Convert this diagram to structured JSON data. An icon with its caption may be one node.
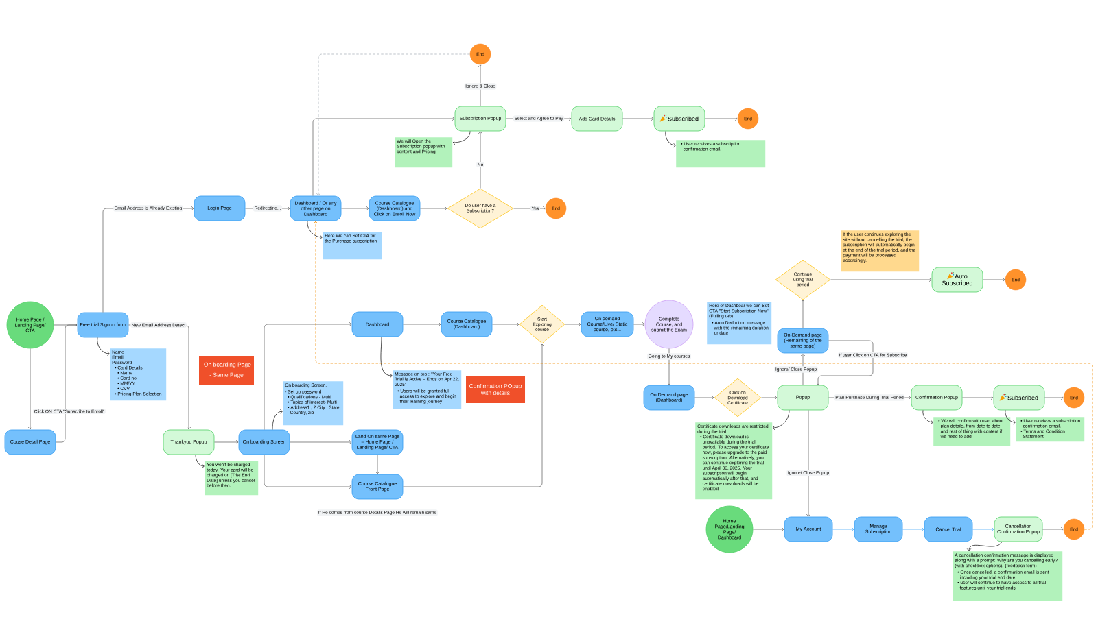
{
  "diagram": {
    "nodes": [
      {
        "text": [
          "Home Page / Landing Page/ CTA"
        ]
      },
      {
        "text": [
          "Free trial Signup form"
        ]
      },
      {
        "text": [
          "Name",
          "Email",
          "Password",
          "• Card Details",
          "• Name",
          "• Card no",
          "• MM/YY",
          "• CVV",
          "• Pricing Plan Selection"
        ]
      },
      {
        "text": [
          "Couse Detail Page"
        ]
      },
      {
        "text": [
          "Login Page"
        ]
      },
      {
        "text": [
          "Dashboard / Or any other page on Dashboard"
        ]
      },
      {
        "text": [
          "Here We can Set CTA for the Purchase subscription"
        ]
      },
      {
        "text": [
          "Course Catalogue (Dashboard) and Click on Enroll Now"
        ]
      },
      {
        "text": [
          "Do user have a Subscription?"
        ]
      },
      {
        "text": [
          "End"
        ]
      },
      {
        "text": [
          "Subscription Popup"
        ]
      },
      {
        "text": [
          "We will Open the Subscription popup with content and Pricing"
        ]
      },
      {
        "text": [
          "End"
        ]
      },
      {
        "text": [
          "Add Card Details"
        ]
      },
      {
        "text": [
          "Subscribed"
        ]
      },
      {
        "text": [
          "End"
        ]
      },
      {
        "text": [
          "• User receives a subscription confirmation email."
        ]
      },
      {
        "text": [
          "Thankyou Popup"
        ]
      },
      {
        "text": [
          "You won’t be charged today. Your card will be charged on [Trial End Date] unless you cancel before then."
        ]
      },
      {
        "text": [
          "On boarding Screen"
        ]
      },
      {
        "text": [
          "On boarding Screen,",
          "- Set up password",
          "• Qualifications - Multi",
          "• Topics of interest- Multi",
          "• Address1 , 2 City , State Country, zip"
        ]
      },
      {
        "text": [
          "-On boarding Page",
          "- Same Page"
        ]
      },
      {
        "text": [
          "Land On same Page – Home Page / Landing Page/ CTA"
        ]
      },
      {
        "text": [
          "Course Catalogue Front Page"
        ]
      },
      {
        "text": [
          "Dashboard"
        ]
      },
      {
        "text": [
          "Message on top : \"Your Free Trial is Active – Ends on Apr 22, 2025\"",
          "• Users will be granted full access to explore and begin their learning journey"
        ]
      },
      {
        "text": [
          "Course Catalogue (Dashboard)"
        ]
      },
      {
        "text": [
          "Confirmation POpup with details"
        ]
      },
      {
        "text": [
          "Start Exploring course"
        ]
      },
      {
        "text": [
          "On demand Course/Live/ Static course, etc..."
        ]
      },
      {
        "text": [
          "Complete Course, and submit the Exam"
        ]
      },
      {
        "text": [
          "On Demand page (Dashboard)"
        ]
      },
      {
        "text": [
          "Click on Download Certificate"
        ]
      },
      {
        "text": [
          "Popup"
        ]
      },
      {
        "text": [
          "Certificate downloads are restricted during the trial",
          "• Certificate download is unavailable during the trial period. To access your certificate now, please upgrade to the paid subscription. Alternatively, you can continue exploring the trial until April 30, 2025. Your subscription will begin automatically after that, and certificate downloads will be enabled"
        ]
      },
      {
        "text": [
          "On-Demand page (Remaining of the same page)"
        ]
      },
      {
        "text": [
          "Here or Dashboar we can Set CTA \"Start Subscription Now\" (Fulling tab)",
          "• Auto Deduction message with the remaining duration or date"
        ]
      },
      {
        "text": [
          "Continue using trial period"
        ]
      },
      {
        "text": [
          "If the user continues exploring the site without cancelling the trial, the subscription will automatically begin at the end of the trial period, and the payment will be processed accordingly."
        ]
      },
      {
        "text": [
          "Auto Subscribed"
        ]
      },
      {
        "text": [
          "End"
        ]
      },
      {
        "text": [
          "Confirmation Popup"
        ]
      },
      {
        "text": [
          "• We will confirm with user about plan details, from date to date and rest of thing with content if we need to add"
        ]
      },
      {
        "text": [
          "Subscribed"
        ]
      },
      {
        "text": [
          "• User receives a subscription confirmation email.",
          "• Terms and Condition Statement"
        ]
      },
      {
        "text": [
          "End"
        ]
      },
      {
        "text": [
          "Home Page/Landing Page/ Dashboard"
        ]
      },
      {
        "text": [
          "My Account"
        ]
      },
      {
        "text": [
          "Manage Subscription"
        ]
      },
      {
        "text": [
          "Cancel Trial"
        ]
      },
      {
        "text": [
          "Cancellation Confirmation Popup"
        ]
      },
      {
        "text": [
          "End"
        ]
      },
      {
        "text": [
          "A cancellation confirmation message is displayed along with a prompt: Why are you cancelling early? (with checkbox options). (feedback form)",
          "• Once cancelled, a confirmation email is sent including your trial end date.",
          "• user will continue to have access to all trial features until your trial ends."
        ]
      }
    ],
    "edges": [
      {
        "from": 0,
        "to": 1,
        "arrow": "to"
      },
      {
        "from": 0,
        "to": 3,
        "arrow": "to"
      },
      {
        "from": 3,
        "to": 1,
        "arrow": "to",
        "label": "Click ON CTA \"Subscribe to Enroll\""
      },
      {
        "from": 1,
        "to": 4,
        "arrow": "to",
        "label": "Email Address is Already Existing"
      },
      {
        "from": 1,
        "to": 17,
        "arrow": "to",
        "label": "New Email Address Detect"
      },
      {
        "from": 1,
        "to": 2,
        "arrow": "to",
        "color": "#1e1e1e"
      },
      {
        "from": 4,
        "to": 5,
        "arrow": "to",
        "label": "Redirecting..."
      },
      {
        "from": 5,
        "to": 7,
        "arrow": "to"
      },
      {
        "from": 5,
        "to": 6,
        "arrow": "to",
        "color": "#1e1e1e"
      },
      {
        "from": 5,
        "to": 10,
        "arrow": "to"
      },
      {
        "from": 7,
        "to": 8,
        "arrow": "to"
      },
      {
        "from": 8,
        "to": 9,
        "arrow": "to",
        "label": "Yes"
      },
      {
        "from": 8,
        "to": 10,
        "arrow": "to",
        "label": "No"
      },
      {
        "from": 10,
        "to": 12,
        "arrow": "to",
        "label": "Ignore & Close"
      },
      {
        "from": 10,
        "to": 13,
        "arrow": "to",
        "label": "Select and Agree to Pay"
      },
      {
        "from": 10,
        "to": 11,
        "arrow": "to",
        "color": "#1e1e1e"
      },
      {
        "from": 13,
        "to": 14,
        "arrow": "to"
      },
      {
        "from": 14,
        "to": 15,
        "arrow": "to"
      },
      {
        "from": 14,
        "to": 16,
        "arrow": "to",
        "color": "#1e1e1e"
      },
      {
        "from": 12,
        "to": 5,
        "arrow": "to",
        "style": "dashed",
        "color": "#adb5bd"
      },
      {
        "from": 17,
        "to": 19,
        "arrow": "to"
      },
      {
        "from": 17,
        "to": 18,
        "arrow": "to",
        "color": "#1e1e1e"
      },
      {
        "from": 19,
        "to": 20,
        "arrow": "to",
        "color": "#1e1e1e"
      },
      {
        "from": 19,
        "to": 22,
        "arrow": "to"
      },
      {
        "from": 19,
        "to": 24,
        "arrow": "to"
      },
      {
        "from": 19,
        "to": 23,
        "arrow": "to"
      },
      {
        "from": 22,
        "to": 23,
        "arrow": "to"
      },
      {
        "from": 23,
        "to": 28,
        "arrow": "to"
      },
      {
        "from": 24,
        "to": 26,
        "arrow": "to"
      },
      {
        "from": 24,
        "to": 25,
        "arrow": "to",
        "color": "#1e1e1e"
      },
      {
        "from": 26,
        "to": 28,
        "arrow": "to"
      },
      {
        "from": 28,
        "to": 29,
        "arrow": "to"
      },
      {
        "from": 29,
        "to": 30,
        "arrow": "to"
      },
      {
        "from": 30,
        "to": 31,
        "arrow": "to",
        "label": "Going to My courses"
      },
      {
        "from": 31,
        "to": 32,
        "arrow": "to"
      },
      {
        "from": 32,
        "to": 33,
        "arrow": "to"
      },
      {
        "from": 33,
        "to": 34,
        "arrow": "to",
        "color": "#1e1e1e"
      },
      {
        "from": 33,
        "to": 35,
        "arrow": "to",
        "label": "Ignore/ Close Popup"
      },
      {
        "from": 35,
        "to": 33,
        "arrow": "to",
        "label": "If user Click on CTA for Subscribe"
      },
      {
        "from": 35,
        "to": 37,
        "arrow": "to"
      },
      {
        "from": 37,
        "to": 39,
        "arrow": "to"
      },
      {
        "from": 39,
        "to": 40,
        "arrow": "to"
      },
      {
        "from": 33,
        "to": 41,
        "arrow": "to",
        "label": "Plan Purchase During Trial Period"
      },
      {
        "from": 41,
        "to": 43,
        "arrow": "to"
      },
      {
        "from": 41,
        "to": 42,
        "arrow": "to",
        "color": "#1e1e1e"
      },
      {
        "from": 43,
        "to": 45,
        "arrow": "to"
      },
      {
        "from": 43,
        "to": 44,
        "arrow": "to",
        "color": "#1e1e1e"
      },
      {
        "from": 33,
        "to": 47,
        "arrow": "to",
        "label": "Ignore/ Close Popup"
      },
      {
        "from": 46,
        "to": 47,
        "arrow": "to"
      },
      {
        "from": 47,
        "to": 48,
        "arrow": "to",
        "color": "#4dabf7"
      },
      {
        "from": 48,
        "to": 49,
        "arrow": "to",
        "color": "#4dabf7"
      },
      {
        "from": 49,
        "to": 50,
        "arrow": "to",
        "color": "#4dabf7"
      },
      {
        "from": 50,
        "to": 51,
        "arrow": "to"
      },
      {
        "from": 50,
        "to": 52,
        "arrow": "to",
        "color": "#1e1e1e"
      },
      {
        "from": 51,
        "to": 5,
        "arrow": "to",
        "style": "dashed",
        "color": "#f08c00"
      }
    ],
    "labels": [
      "If He comes from course Details Page He will remain same"
    ]
  }
}
